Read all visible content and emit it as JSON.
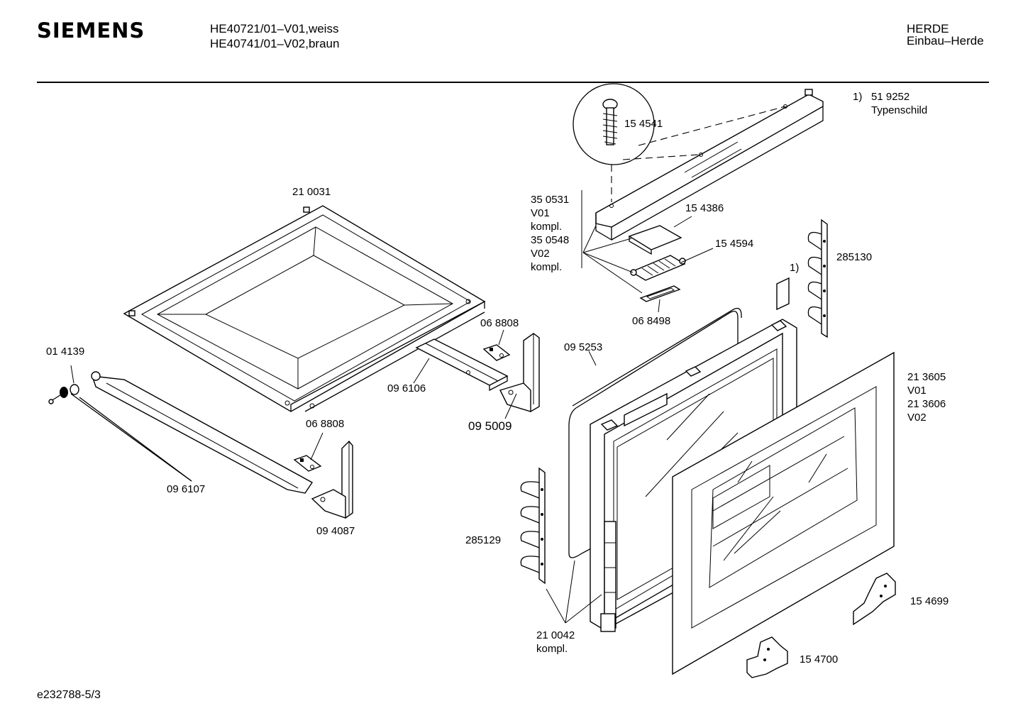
{
  "header": {
    "brand": "SIEMENS",
    "model_line_1": "HE40721/01–V01,weiss",
    "model_line_2": "HE40741/01–V02,braun",
    "category_1": "HERDE",
    "category_2": "Einbau–Herde"
  },
  "footer": {
    "doc_id": "e232788-5/3"
  },
  "note": {
    "marker": "1)",
    "part_no": "51 9252",
    "part_name": "Typenschild",
    "inline_marker": "1)"
  },
  "parts": {
    "p_154541": "15 4541",
    "p_210031": "21 0031",
    "p_350531": "35 0531",
    "p_v01_a": "V01",
    "p_kompl_a": "kompl.",
    "p_350548": "35 0548",
    "p_v02_a": "V02",
    "p_kompl_b": "kompl.",
    "p_154386": "15 4386",
    "p_154594": "15 4594",
    "p_068498": "06 8498",
    "p_285130": "285130",
    "p_014139": "01 4139",
    "p_068808_a": "06 8808",
    "p_096106": "09 6106",
    "p_095009": "09 5009",
    "p_095253": "09 5253",
    "p_213605": "21 3605",
    "p_v01_b": "V01",
    "p_213606": "21 3606",
    "p_v02_b": "V02",
    "p_068808_b": "06 8808",
    "p_096107": "09 6107",
    "p_094087": "09 4087",
    "p_285129": "285129",
    "p_154699": "15 4699",
    "p_210042": "21 0042",
    "p_kompl_c": "kompl.",
    "p_154700": "15 4700"
  }
}
